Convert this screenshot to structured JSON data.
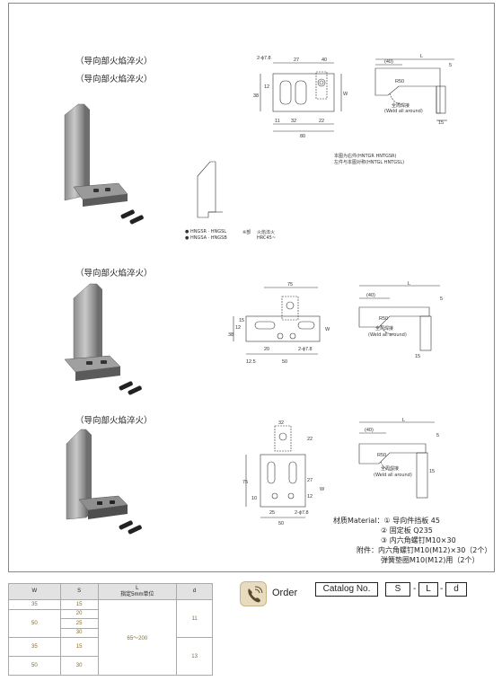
{
  "captions": {
    "block1_a": "（导向部火焰淬火）",
    "block1_b": "（导向部火焰淬火）",
    "block2": "（导向部火焰淬火）",
    "block3": "（导向部火焰淬火）"
  },
  "drawing1": {
    "dims": [
      "2-ϕ7.8",
      "27",
      "40",
      "80",
      "11",
      "32",
      "22",
      "12",
      "38",
      "W",
      "(40)",
      "L",
      "5",
      "R50",
      "15"
    ],
    "weld": "全周焊接",
    "weld_en": "(Weld all around)",
    "note1": "本图为右件(HNTGR HNTGSR)",
    "note2": "左件与本图对称(HNTGL HNTGSL)",
    "small_codes_1": "● HNGSR · HNGSL",
    "small_codes_2": "● HNGSA · HNGSB",
    "small_mark": "※部",
    "hardening": "火焰淬火",
    "hrc": "HRC45~"
  },
  "drawing2": {
    "dims": [
      "75",
      "12",
      "15",
      "38",
      "W",
      "20",
      "12.5",
      "50",
      "2-ϕ7.8",
      "(40)",
      "L",
      "5",
      "R50",
      "15"
    ],
    "weld": "全周焊接",
    "weld_en": "(Weld all around)"
  },
  "drawing3": {
    "dims": [
      "32",
      "22",
      "75",
      "10",
      "27",
      "12",
      "W",
      "25",
      "50",
      "2-ϕ7.8",
      "(40)",
      "L",
      "5",
      "R50",
      "15"
    ],
    "weld": "全周焊接",
    "weld_en": "(Weld all around)"
  },
  "materials": {
    "label": "材质Material：",
    "item1": "① 导向件挡板 45",
    "item2": "② 固定板 Q235",
    "item3": "③ 内六角螺钉M10×30",
    "accessory_label": "附件：",
    "accessory1": "内六角螺钉M10(M12)×30（2个）",
    "accessory2": "弹簧垫圈M10(M12)用（2个）"
  },
  "table": {
    "headers": {
      "w": "W",
      "s": "S",
      "l_title": "L",
      "l_sub": "指定5mm单位",
      "d": "d"
    },
    "w_values": [
      "35",
      "50",
      "35",
      "50"
    ],
    "s_values": [
      "15",
      "20",
      "25",
      "30",
      "15",
      "30"
    ],
    "l_range": "65～200",
    "d_values": [
      "11",
      "13"
    ]
  },
  "order": {
    "label": "Order",
    "catalog": "Catalog No.",
    "s": "S",
    "l": "L",
    "d": "d",
    "dash": "-"
  }
}
